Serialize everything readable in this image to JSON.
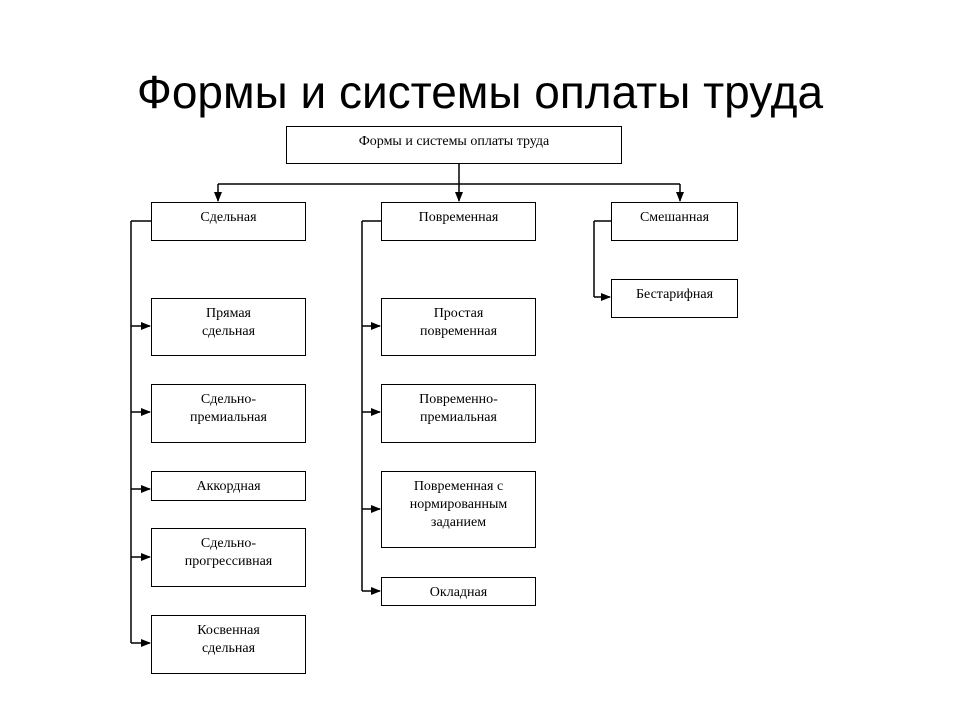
{
  "slide": {
    "title": "Формы и системы оплаты труда"
  },
  "diagram": {
    "root": "Формы и системы оплаты труда",
    "columns": [
      {
        "label": "Сдельная",
        "children": [
          "Прямая\nсдельная",
          "Сдельно-\nпремиальная",
          "Аккордная",
          "Сдельно-\nпрогрессивная",
          "Косвенная\nсдельная"
        ]
      },
      {
        "label": "Повременная",
        "children": [
          "Простая\nповременная",
          "Повременно-\nпремиальная",
          "Повременная с\nнормированным\nзаданием",
          "Окладная"
        ]
      },
      {
        "label": "Смешанная",
        "children": [
          "Бестарифная"
        ]
      }
    ]
  }
}
